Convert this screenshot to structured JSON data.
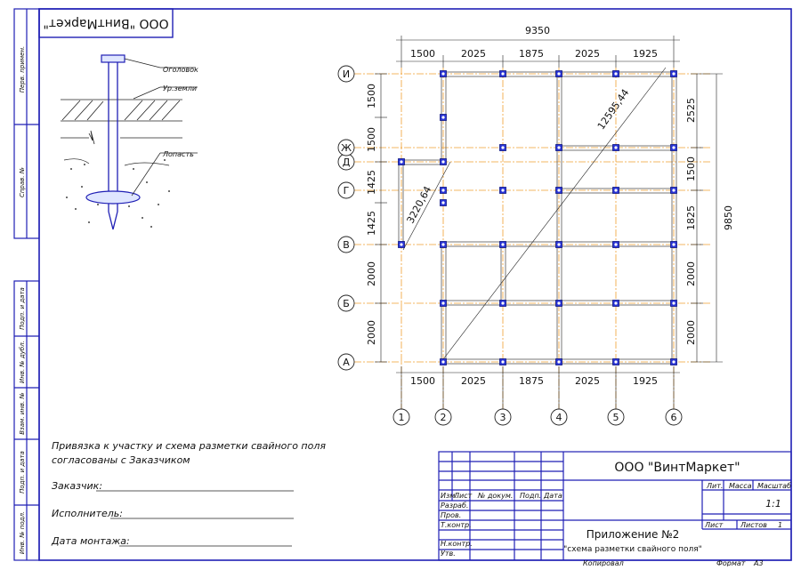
{
  "company_stamp": "ООО \"ВинтМаркет\"",
  "pile_labels": {
    "head": "Оголовок",
    "ground": "Ур.земли",
    "blade": "Лопасть"
  },
  "overall_width": "9350",
  "overall_height": "9850",
  "diagonal_long": "12595,44",
  "diagonal_short": "3220,64",
  "col_axes": [
    "1",
    "2",
    "3",
    "4",
    "5",
    "6"
  ],
  "row_axes": [
    "А",
    "Б",
    "В",
    "Г",
    "Д",
    "Ж",
    "И"
  ],
  "top_dims": [
    "1500",
    "2025",
    "1875",
    "2025",
    "1925"
  ],
  "bottom_dims": [
    "1500",
    "2025",
    "1875",
    "2025",
    "1925"
  ],
  "left_dims": [
    "2000",
    "2000",
    "1425",
    "1425",
    "1500",
    "1500"
  ],
  "right_dims": [
    "2000",
    "2000",
    "1825",
    "1500",
    "2525"
  ],
  "agreement": {
    "line1": "Привязка к участку и схема разметки свайного поля",
    "line2": "согласованы с Заказчиком",
    "customer": "Заказчик:",
    "contractor": "Исполнитель:",
    "install_date": "Дата монтажа:"
  },
  "side_stamps": [
    "Перв. примен.",
    "Справ. №",
    "Подп. и дата",
    "Инв. № дубл.",
    "Взам. инв. №",
    "Подп. и дата",
    "Инв. № подл."
  ],
  "title_block": {
    "company": "ООО \"ВинтМаркет\"",
    "title_line1": "Приложение №2",
    "title_line2": "\"схема разметки свайного поля\"",
    "header_cols": [
      "Изм.",
      "Лист",
      "№ докум.",
      "Подп.",
      "Дата"
    ],
    "roles": [
      "Разраб.",
      "Пров.",
      "Т.контр.",
      "Н.контр.",
      "Утв."
    ],
    "lit": "Лит.",
    "mass": "Масса",
    "scale_label": "Масштаб",
    "scale_value": "1:1",
    "sheet": "Лист",
    "sheets": "Листов",
    "sheets_value": "1",
    "copied": "Копировал",
    "format_label": "Формат",
    "format_value": "А3"
  }
}
